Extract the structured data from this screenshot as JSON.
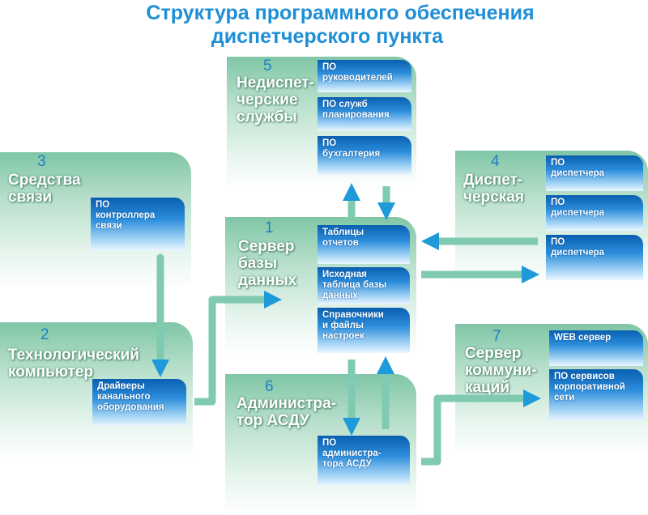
{
  "title": {
    "line1": "Структура программного обеспечения",
    "line2": "диспетчерского пункта"
  },
  "panels": [
    {
      "id": "1",
      "number": "1",
      "name": "Сервер\nбазы\nданных",
      "modules": [
        "Таблицы\nотчетов",
        "Исходная\nтаблица базы\nданных",
        "Справочники\nи файлы\nнастроек"
      ]
    },
    {
      "id": "2",
      "number": "2",
      "name": "Технологический\nкомпьютер",
      "modules": [
        "Драйверы\nканального\nоборудования"
      ]
    },
    {
      "id": "3",
      "number": "3",
      "name": "Средства\nсвязи",
      "modules": [
        "ПО\nконтроллера\nсвязи"
      ]
    },
    {
      "id": "4",
      "number": "4",
      "name": "Диспет-\nчерская",
      "modules": [
        "ПО\nдиспетчера",
        "ПО\nдиспетчера",
        "ПО\nдиспетчера"
      ]
    },
    {
      "id": "5",
      "number": "5",
      "name": "Недиспет-\nчерские\nслужбы",
      "modules": [
        "ПО\nруководителей",
        "ПО служб\nпланирования",
        "ПО\nбухгалтерия"
      ]
    },
    {
      "id": "6",
      "number": "6",
      "name": "Администра-\nтор АСДУ",
      "modules": [
        "ПО\nадминистра-\nтора АСДУ"
      ]
    },
    {
      "id": "7",
      "number": "7",
      "name": "Сервер\nкоммуни-\nкаций",
      "modules": [
        "WEB сервер",
        "ПО сервисов\nкорпоративной\nсети"
      ]
    }
  ],
  "colors": {
    "title": "#1e8fd6",
    "panel": "#7fc6a6",
    "module": "#1a73c8",
    "arrow_line": "#7fcab0",
    "arrow_head": "#1e9ad8"
  }
}
